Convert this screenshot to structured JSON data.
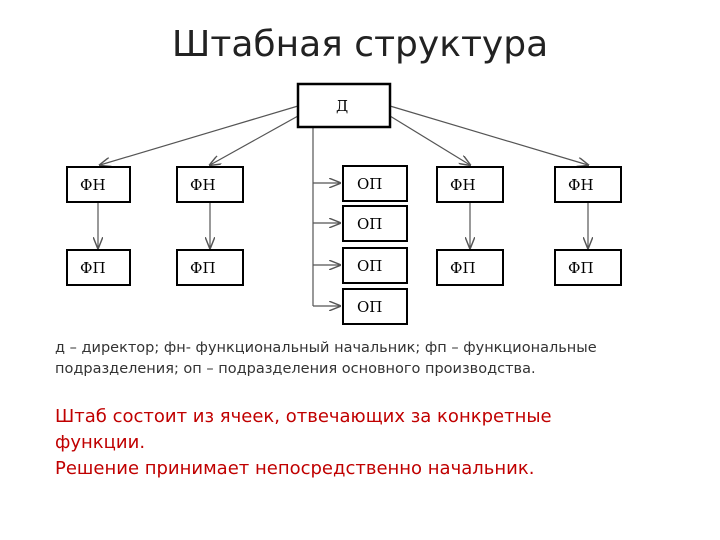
{
  "title": "Штабная структура",
  "nodes": {
    "director": "Д",
    "fn1": "ФН",
    "fn2": "ФН",
    "fn3": "ФН",
    "fn4": "ФН",
    "fp1": "ФП",
    "fp2": "ФП",
    "fp3": "ФП",
    "fp4": "ФП",
    "op1": "ОП",
    "op2": "ОП",
    "op3": "ОП",
    "op4": "ОП"
  },
  "legend": {
    "line1": "д – директор; фн- функциональный начальник; фп – функциональные",
    "line2": "подразделения; оп – подразделения основного производства."
  },
  "note": {
    "line1": "Штаб состоит из ячеек, отвечающих за конкретные",
    "line2": "функции.",
    "line3": "Решение принимает непосредственно начальник."
  },
  "colors": {
    "note_text": "#c00000",
    "title_text": "#222222"
  }
}
